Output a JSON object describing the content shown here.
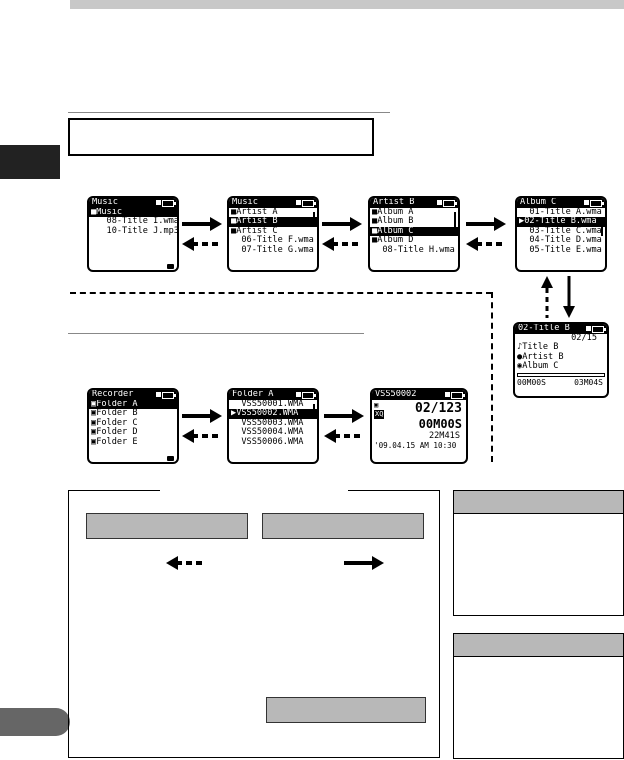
{
  "colors": {
    "ink": "#000000",
    "gray_bar": "#b8b8b8"
  },
  "screens": {
    "music": {
      "title": "Music",
      "rows": [
        "Music",
        "08-Title I.wma",
        "10-Title J.mp3"
      ]
    },
    "music2": {
      "title": "Music",
      "rows": [
        "Artist A",
        "Artist B",
        "Artist C",
        "06-Title F.wma",
        "07-Title G.wma"
      ]
    },
    "artist": {
      "title": "Artist B",
      "rows": [
        "Album A",
        "Album B",
        "Album C",
        "Album D",
        "08-Title H.wma"
      ]
    },
    "album": {
      "title": "Album C",
      "rows": [
        "01-Title A.wma",
        "02-Title B.wma",
        "03-Title C.wma",
        "04-Title D.wma",
        "05-Title E.wma"
      ]
    },
    "track": {
      "title": "02-Title B",
      "count": "02/15",
      "rows": [
        "Title B",
        "Artist B",
        "Album C"
      ],
      "time_left": "00M00S",
      "time_right": "03M04S"
    },
    "recorder": {
      "title": "Recorder",
      "rows": [
        "Folder A",
        "Folder B",
        "Folder C",
        "Folder D",
        "Folder E"
      ]
    },
    "folder": {
      "title": "Folder A",
      "rows": [
        "VSS50001.WMA",
        "VSS50002.WMA",
        "VSS50003.WMA",
        "VSS50004.WMA",
        "VSS50006.WMA"
      ]
    },
    "file": {
      "title": "VSS50002",
      "mode": "XQ",
      "count": "02/123",
      "elapsed": "00M00S",
      "length": "22M41S",
      "date": "'09.04.15 AM 10:30"
    }
  }
}
